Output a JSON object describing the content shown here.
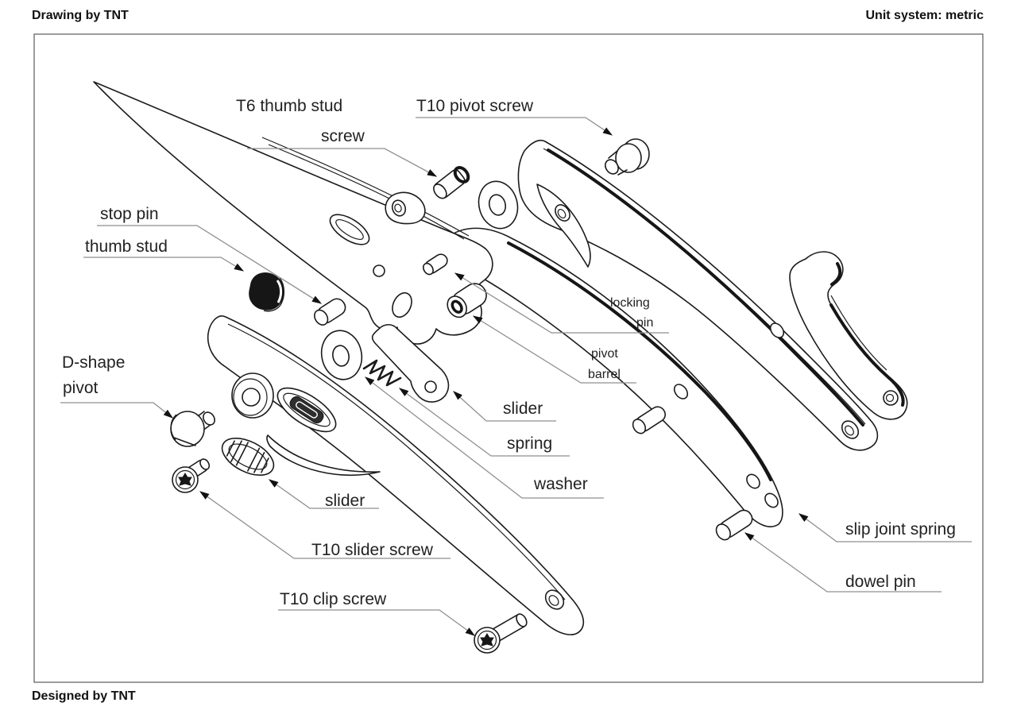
{
  "header": {
    "drawing_credit": "Drawing by TNT",
    "unit_system": "Unit system: metric"
  },
  "footer": {
    "design_credit": "Designed by TNT"
  },
  "labels": {
    "t6_thumb_stud": {
      "line1": "T6 thumb stud",
      "line2": "screw"
    },
    "t10_pivot_screw": {
      "text": "T10 pivot screw"
    },
    "stop_pin": {
      "text": "stop pin"
    },
    "thumb_stud": {
      "text": "thumb stud"
    },
    "locking_pin": {
      "line1": "locking",
      "line2": "pin"
    },
    "pivot_barrel": {
      "line1": "pivot",
      "line2": "barrel"
    },
    "slider_top": {
      "text": "slider"
    },
    "spring": {
      "text": "spring"
    },
    "washer": {
      "text": "washer"
    },
    "d_shape_pivot": {
      "line1": "D-shape",
      "line2": "pivot"
    },
    "slider_bottom": {
      "text": "slider"
    },
    "t10_slider_screw": {
      "text": "T10 slider screw"
    },
    "t10_clip_screw": {
      "text": "T10 clip screw"
    },
    "slip_joint_spring": {
      "text": "slip joint spring"
    },
    "dowel_pin": {
      "text": "dowel pin"
    }
  },
  "colors": {
    "outline": "#1b1b1b",
    "leader_line": "#8f8f8f",
    "background": "#ffffff"
  }
}
